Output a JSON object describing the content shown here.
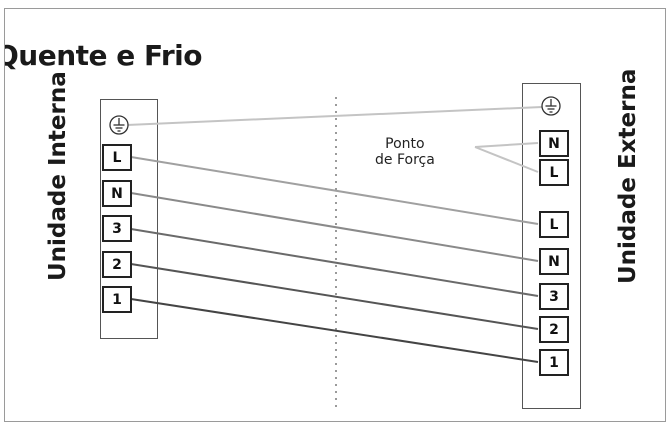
{
  "title": "Quente e Frio",
  "indoor_label": "Unidade Interna",
  "outdoor_label": "Unidade Externa",
  "power_point": {
    "line1": "Ponto",
    "line2": "de Força"
  },
  "indoor_terminals": [
    "L",
    "N",
    "3",
    "2",
    "1"
  ],
  "outdoor_power_terminals": [
    "N",
    "L"
  ],
  "outdoor_terminals": [
    "L",
    "N",
    "3",
    "2",
    "1"
  ],
  "icons": {
    "ground": "ground-icon"
  },
  "colors": {
    "wire_dark": "#444444",
    "wire_mid": "#8a8a8a",
    "wire_light": "#c4c4c4",
    "divider": "#9a9a9a"
  }
}
